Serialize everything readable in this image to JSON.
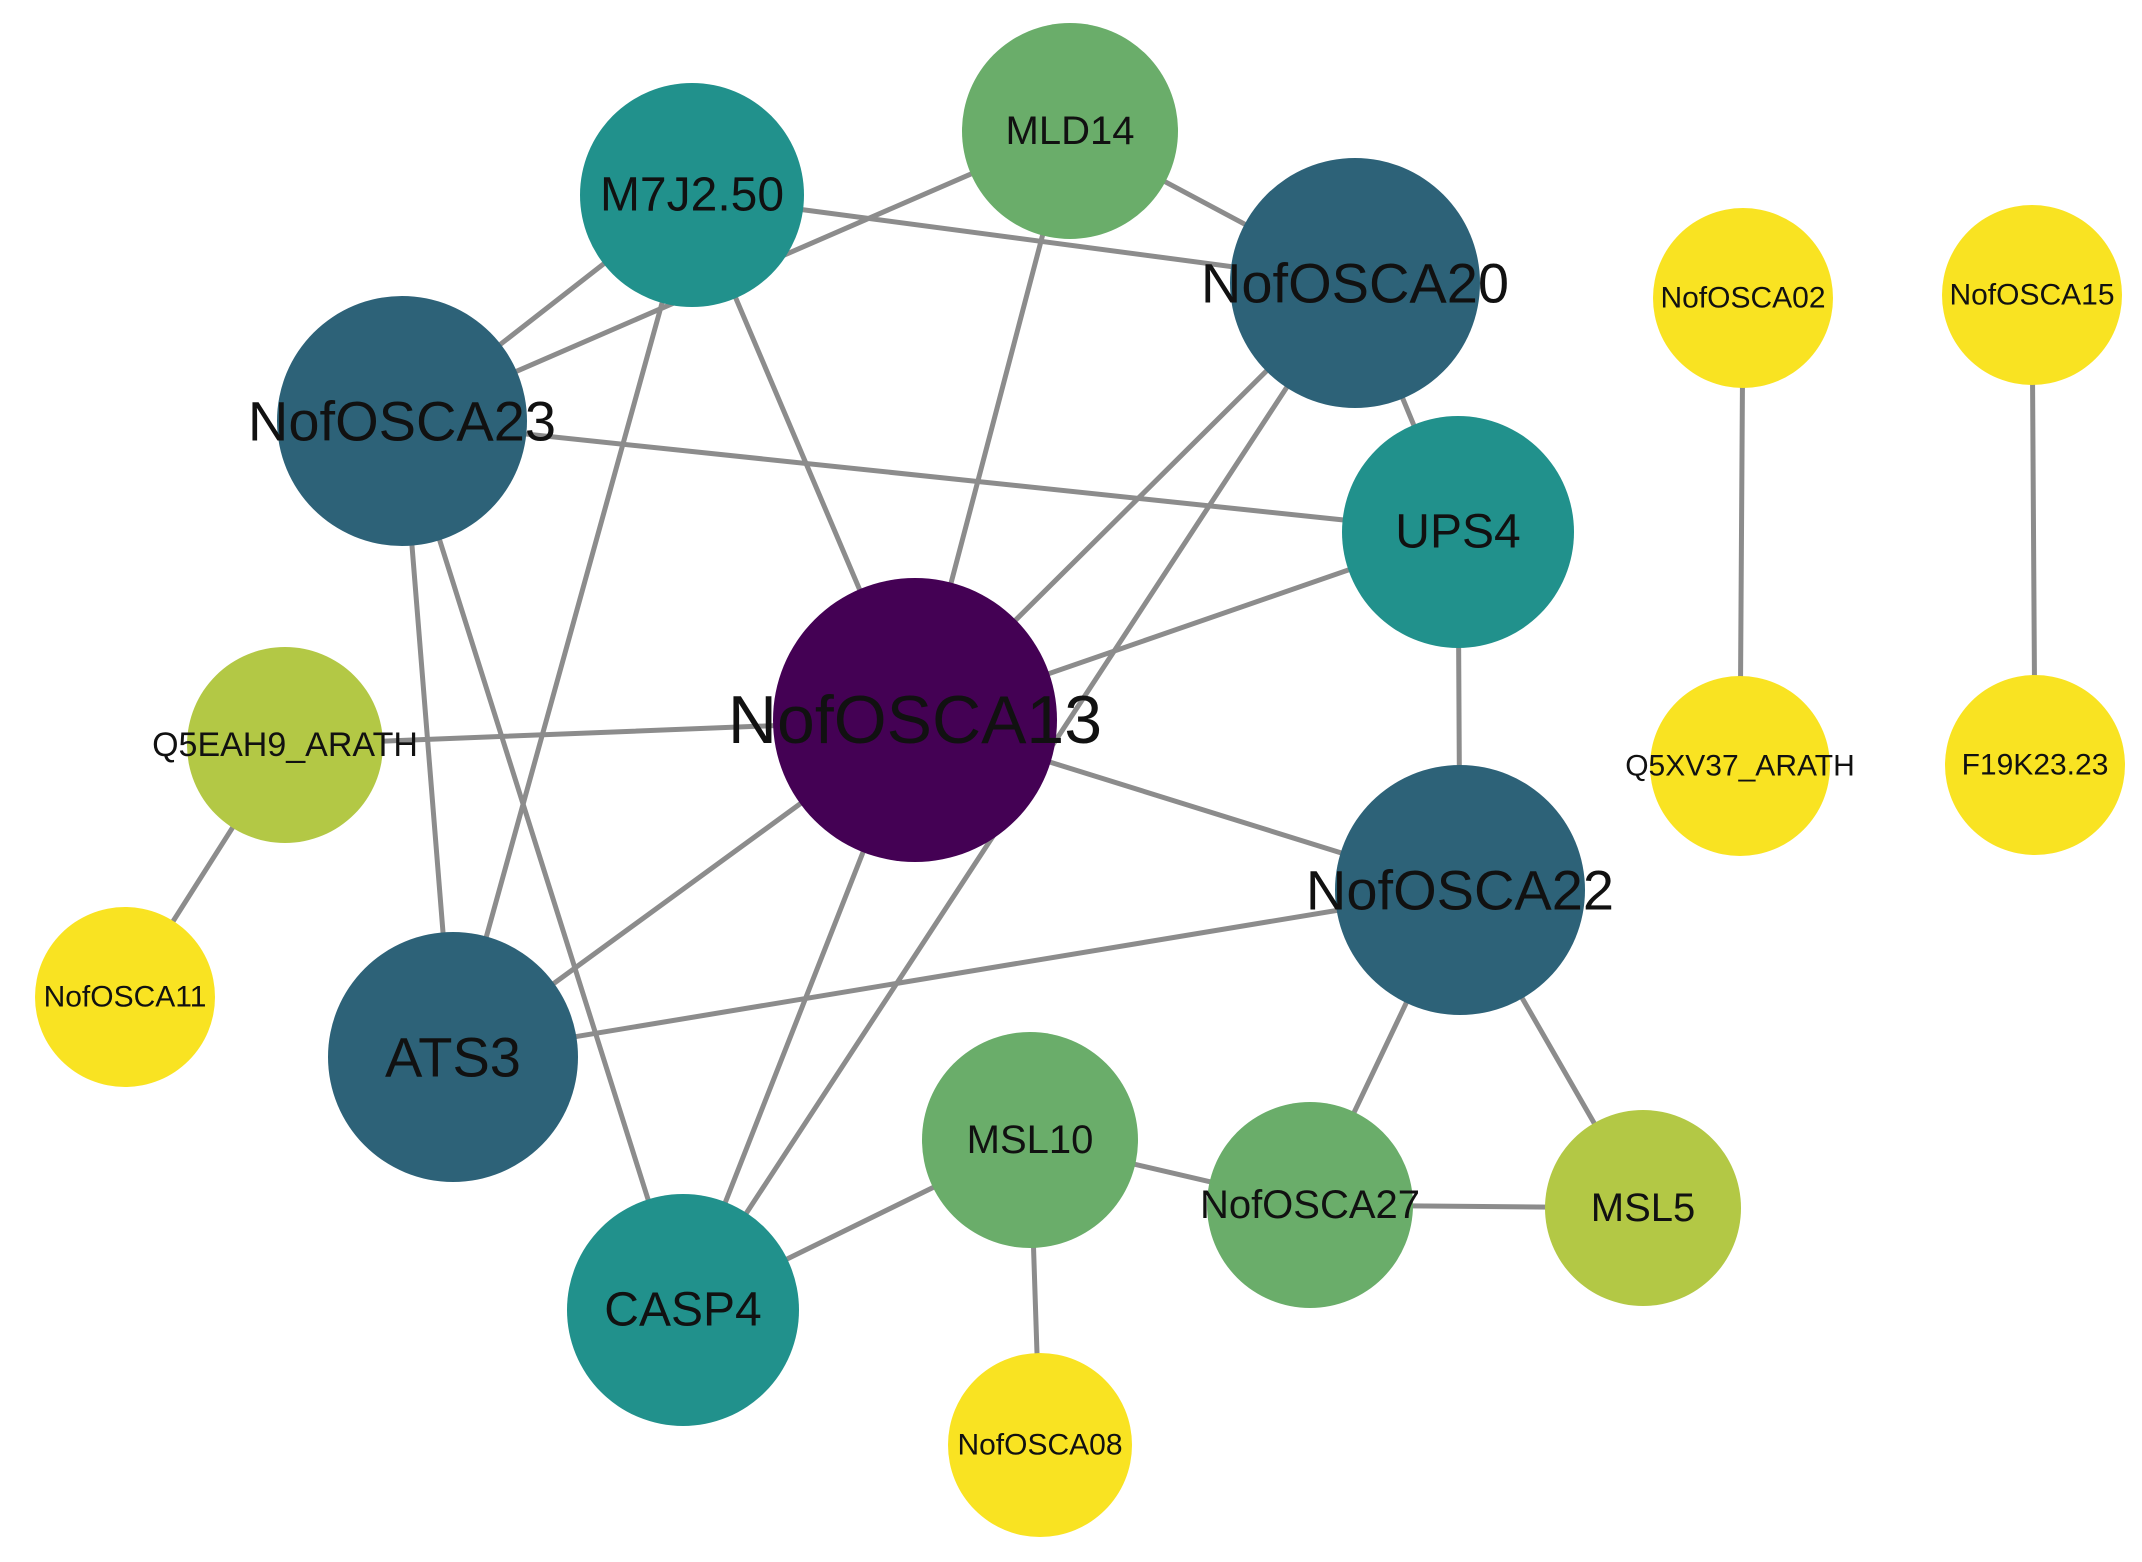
{
  "colors": {
    "background": "#ffffff",
    "edge": "#8c8c8c",
    "label": "#111111",
    "palette": {
      "degree_high": "#440154",
      "degree_mid_high": "#2d6278",
      "degree_mid": "#21918c",
      "degree_mid_low": "#6aad6a",
      "degree_low": "#b3c845",
      "degree_min": "#f9e322"
    }
  },
  "nodes": [
    {
      "id": "NofOSCA13",
      "label": "NofOSCA13",
      "color": "#440154"
    },
    {
      "id": "M7J2.50",
      "label": "M7J2.50",
      "color": "#21918c"
    },
    {
      "id": "MLD14",
      "label": "MLD14",
      "color": "#6aad6a"
    },
    {
      "id": "NofOSCA20",
      "label": "NofOSCA20",
      "color": "#2d6278"
    },
    {
      "id": "NofOSCA23",
      "label": "NofOSCA23",
      "color": "#2d6278"
    },
    {
      "id": "UPS4",
      "label": "UPS4",
      "color": "#21918c"
    },
    {
      "id": "NofOSCA22",
      "label": "NofOSCA22",
      "color": "#2d6278"
    },
    {
      "id": "ATS3",
      "label": "ATS3",
      "color": "#2d6278"
    },
    {
      "id": "CASP4",
      "label": "CASP4",
      "color": "#21918c"
    },
    {
      "id": "MSL10",
      "label": "MSL10",
      "color": "#6aad6a"
    },
    {
      "id": "NofOSCA27",
      "label": "NofOSCA27",
      "color": "#6aad6a"
    },
    {
      "id": "MSL5",
      "label": "MSL5",
      "color": "#b3c845"
    },
    {
      "id": "Q5EAH9_ARATH",
      "label": "Q5EAH9_ARATH",
      "color": "#b3c845"
    },
    {
      "id": "NofOSCA11",
      "label": "NofOSCA11",
      "color": "#f9e322"
    },
    {
      "id": "NofOSCA08",
      "label": "NofOSCA08",
      "color": "#f9e322"
    },
    {
      "id": "NofOSCA02",
      "label": "NofOSCA02",
      "color": "#f9e322"
    },
    {
      "id": "Q5XV37_ARATH",
      "label": "Q5XV37_ARATH",
      "color": "#f9e322"
    },
    {
      "id": "NofOSCA15",
      "label": "NofOSCA15",
      "color": "#f9e322"
    },
    {
      "id": "F19K23.23",
      "label": "F19K23.23",
      "color": "#f9e322"
    }
  ],
  "edges": [
    {
      "source": "M7J2.50",
      "target": "NofOSCA20"
    },
    {
      "source": "M7J2.50",
      "target": "NofOSCA23"
    },
    {
      "source": "M7J2.50",
      "target": "NofOSCA13"
    },
    {
      "source": "M7J2.50",
      "target": "ATS3"
    },
    {
      "source": "MLD14",
      "target": "NofOSCA23"
    },
    {
      "source": "MLD14",
      "target": "NofOSCA20"
    },
    {
      "source": "MLD14",
      "target": "NofOSCA13"
    },
    {
      "source": "NofOSCA20",
      "target": "NofOSCA13"
    },
    {
      "source": "NofOSCA20",
      "target": "UPS4"
    },
    {
      "source": "NofOSCA20",
      "target": "CASP4"
    },
    {
      "source": "NofOSCA23",
      "target": "UPS4"
    },
    {
      "source": "NofOSCA23",
      "target": "ATS3"
    },
    {
      "source": "NofOSCA23",
      "target": "CASP4"
    },
    {
      "source": "UPS4",
      "target": "NofOSCA13"
    },
    {
      "source": "UPS4",
      "target": "NofOSCA22"
    },
    {
      "source": "NofOSCA13",
      "target": "Q5EAH9_ARATH"
    },
    {
      "source": "NofOSCA13",
      "target": "NofOSCA22"
    },
    {
      "source": "NofOSCA13",
      "target": "ATS3"
    },
    {
      "source": "NofOSCA13",
      "target": "CASP4"
    },
    {
      "source": "NofOSCA22",
      "target": "ATS3"
    },
    {
      "source": "NofOSCA22",
      "target": "NofOSCA27"
    },
    {
      "source": "NofOSCA22",
      "target": "MSL5"
    },
    {
      "source": "Q5EAH9_ARATH",
      "target": "NofOSCA11"
    },
    {
      "source": "MSL10",
      "target": "CASP4"
    },
    {
      "source": "MSL10",
      "target": "NofOSCA27"
    },
    {
      "source": "MSL10",
      "target": "NofOSCA08"
    },
    {
      "source": "NofOSCA27",
      "target": "MSL5"
    },
    {
      "source": "NofOSCA02",
      "target": "Q5XV37_ARATH"
    },
    {
      "source": "NofOSCA15",
      "target": "F19K23.23"
    }
  ]
}
